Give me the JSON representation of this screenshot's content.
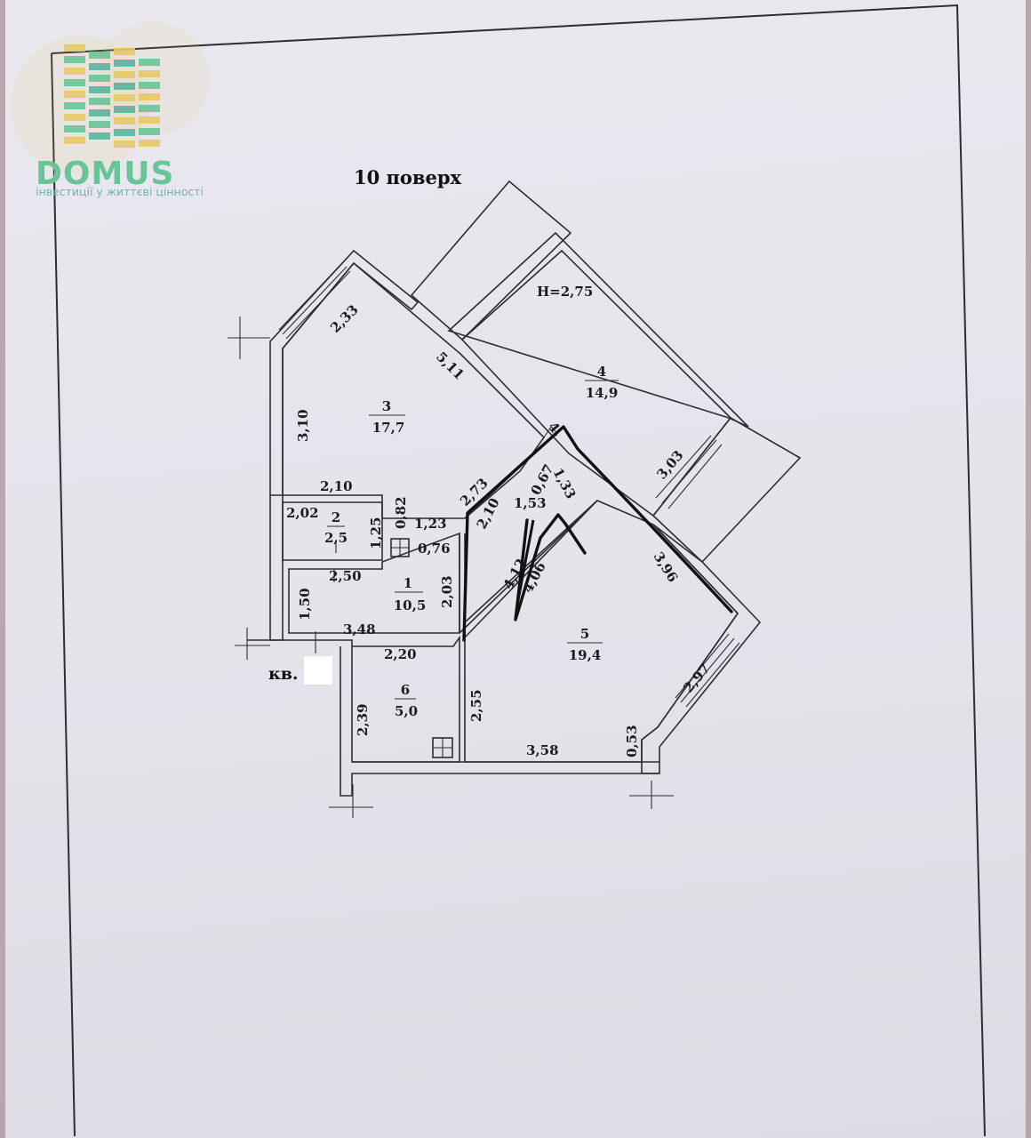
{
  "logo": {
    "word": "DOMUS",
    "tagline": "інвестиції у життєві цінності",
    "colors": {
      "green": "#69c497",
      "yellow": "#e7c968",
      "teal": "#5db3a0"
    }
  },
  "plan": {
    "title": "10 поверх",
    "ceiling_height": "Н=2,75",
    "apartment_label": "кв.",
    "rooms": [
      {
        "number": "1",
        "area": "10,5"
      },
      {
        "number": "2",
        "area": "2,5"
      },
      {
        "number": "3",
        "area": "17,7"
      },
      {
        "number": "4",
        "area": "14,9"
      },
      {
        "number": "5",
        "area": "19,4"
      },
      {
        "number": "6",
        "area": "5,0"
      }
    ],
    "dimensions": {
      "d233": "2,33",
      "d511": "5,11",
      "d310": "3,10",
      "d210a": "2,10",
      "d202": "2,02",
      "d082": "0,82",
      "d125": "1,25",
      "d123": "1,23",
      "d076": "0,76",
      "d273": "2,73",
      "d210b": "2,10",
      "d153": "1,53",
      "d067": "0,67",
      "d133": "1,33",
      "d4xx": "4,",
      "d303": "3,03",
      "d396": "3,96",
      "d250": "2,50",
      "d150": "1,50",
      "d203": "2,03",
      "d412": "4,12",
      "d406": "4,06",
      "d348": "3,48",
      "d220": "2,20",
      "d255": "2,55",
      "d239": "2,39",
      "d358": "3,58",
      "d053": "0,53",
      "d297": "2,97"
    }
  }
}
